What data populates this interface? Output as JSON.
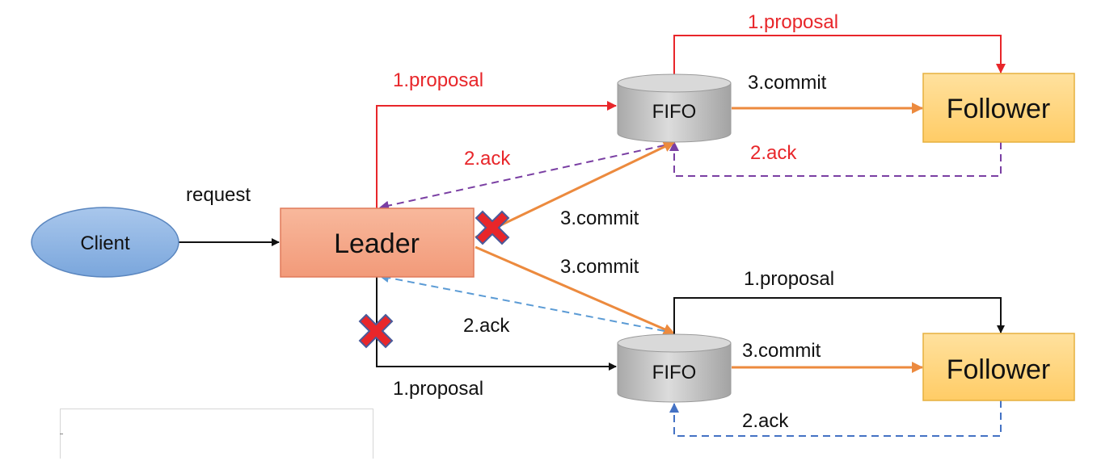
{
  "nodes": {
    "client": "Client",
    "leader": "Leader",
    "fifo_top": "FIFO",
    "fifo_bottom": "FIFO",
    "follower_top": "Follower",
    "follower_bottom": "Follower"
  },
  "labels": {
    "request": "request",
    "leader_proposal_top": "1.proposal",
    "leader_proposal_bottom": "1.proposal",
    "follower_proposal_top": "1.proposal",
    "follower_proposal_bottom": "1.proposal",
    "ack_leader_top": "2.ack",
    "ack_leader_bottom": "2.ack",
    "ack_follower_top": "2.ack",
    "ack_follower_bottom": "2.ack",
    "commit_leader_top": "3.commit",
    "commit_leader_bottom": "3.commit",
    "commit_fifo_top": "3.commit",
    "commit_fifo_bottom": "3.commit"
  },
  "colors": {
    "red": "#e8262a",
    "orange": "#ec8a3e",
    "purple": "#7a3fa3",
    "blue_dashed_leader": "#5b9bd5",
    "blue_dashed_follower": "#4472c4",
    "black": "#111111",
    "client_fill": "#8fb6e3",
    "leader_fill": "#f5a586",
    "follower_fill": "#ffd47e",
    "fifo_fill": "#c9c9c9",
    "x_mark": "#e8262a"
  }
}
